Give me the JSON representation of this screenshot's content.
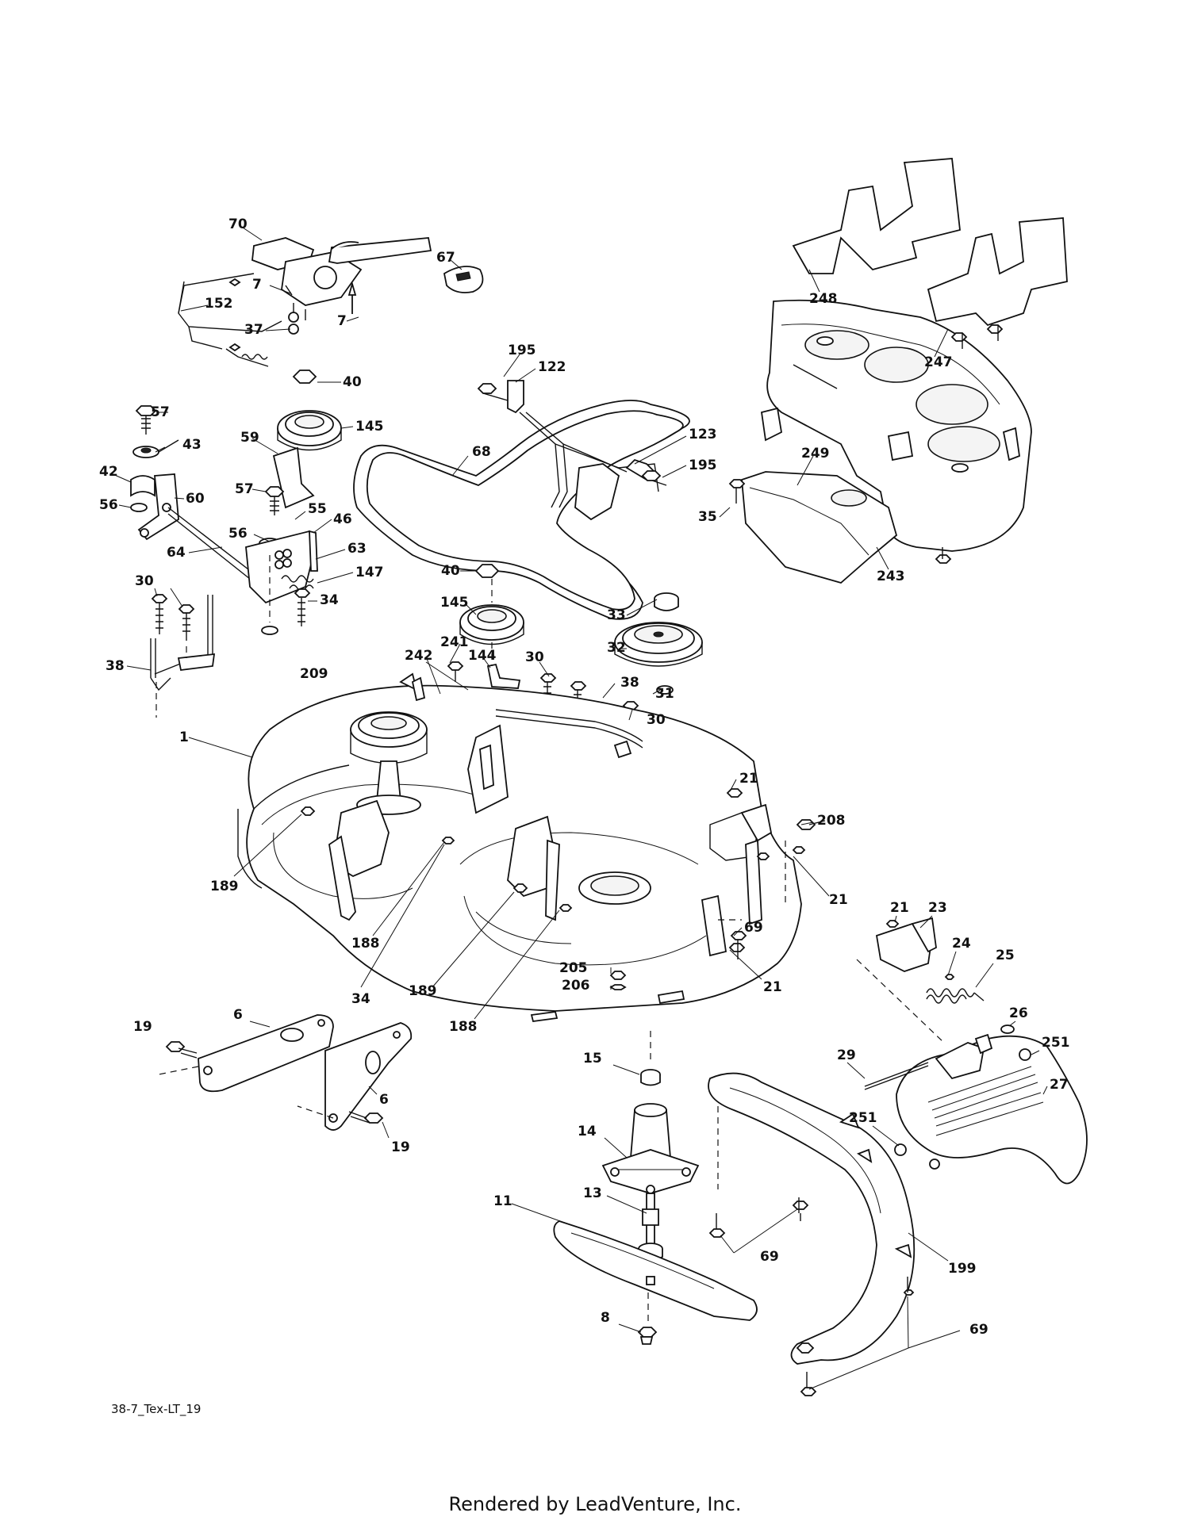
{
  "diagram": {
    "reference_code": "38-7_Tex-LT_19",
    "footer": "Rendered by LeadVenture, Inc.",
    "callouts": [
      {
        "id": "c70",
        "label": "70"
      },
      {
        "id": "c67",
        "label": "67"
      },
      {
        "id": "c7a",
        "label": "7"
      },
      {
        "id": "c7b",
        "label": "7"
      },
      {
        "id": "c152",
        "label": "152"
      },
      {
        "id": "c37",
        "label": "37"
      },
      {
        "id": "c40a",
        "label": "40"
      },
      {
        "id": "c57a",
        "label": "57"
      },
      {
        "id": "c43",
        "label": "43"
      },
      {
        "id": "c145a",
        "label": "145"
      },
      {
        "id": "c59",
        "label": "59"
      },
      {
        "id": "c42",
        "label": "42"
      },
      {
        "id": "c60",
        "label": "60"
      },
      {
        "id": "c56a",
        "label": "56"
      },
      {
        "id": "c57b",
        "label": "57"
      },
      {
        "id": "c55",
        "label": "55"
      },
      {
        "id": "c46",
        "label": "46"
      },
      {
        "id": "c56b",
        "label": "56"
      },
      {
        "id": "c64",
        "label": "64"
      },
      {
        "id": "c63",
        "label": "63"
      },
      {
        "id": "c147",
        "label": "147"
      },
      {
        "id": "c30a",
        "label": "30"
      },
      {
        "id": "c34a",
        "label": "34"
      },
      {
        "id": "c38a",
        "label": "38"
      },
      {
        "id": "c209",
        "label": "209"
      },
      {
        "id": "c195a",
        "label": "195"
      },
      {
        "id": "c122",
        "label": "122"
      },
      {
        "id": "c68",
        "label": "68"
      },
      {
        "id": "c123",
        "label": "123"
      },
      {
        "id": "c195b",
        "label": "195"
      },
      {
        "id": "c248",
        "label": "248"
      },
      {
        "id": "c247",
        "label": "247"
      },
      {
        "id": "c249",
        "label": "249"
      },
      {
        "id": "c35",
        "label": "35"
      },
      {
        "id": "c243",
        "label": "243"
      },
      {
        "id": "c40b",
        "label": "40"
      },
      {
        "id": "c145b",
        "label": "145"
      },
      {
        "id": "c33",
        "label": "33"
      },
      {
        "id": "c32",
        "label": "32"
      },
      {
        "id": "c241",
        "label": "241"
      },
      {
        "id": "c144",
        "label": "144"
      },
      {
        "id": "c30b",
        "label": "30"
      },
      {
        "id": "c242",
        "label": "242"
      },
      {
        "id": "c38b",
        "label": "38"
      },
      {
        "id": "c31",
        "label": "31"
      },
      {
        "id": "c30c",
        "label": "30"
      },
      {
        "id": "c1",
        "label": "1"
      },
      {
        "id": "c21a",
        "label": "21"
      },
      {
        "id": "c208",
        "label": "208"
      },
      {
        "id": "c189a",
        "label": "189"
      },
      {
        "id": "c21b",
        "label": "21"
      },
      {
        "id": "c21c",
        "label": "21"
      },
      {
        "id": "c23",
        "label": "23"
      },
      {
        "id": "c69a",
        "label": "69"
      },
      {
        "id": "c188a",
        "label": "188"
      },
      {
        "id": "c24",
        "label": "24"
      },
      {
        "id": "c25",
        "label": "25"
      },
      {
        "id": "c34b",
        "label": "34"
      },
      {
        "id": "c189b",
        "label": "189"
      },
      {
        "id": "c205",
        "label": "205"
      },
      {
        "id": "c206",
        "label": "206"
      },
      {
        "id": "c21d",
        "label": "21"
      },
      {
        "id": "c188b",
        "label": "188"
      },
      {
        "id": "c26",
        "label": "26"
      },
      {
        "id": "c6a",
        "label": "6"
      },
      {
        "id": "c19a",
        "label": "19"
      },
      {
        "id": "c251a",
        "label": "251"
      },
      {
        "id": "c29",
        "label": "29"
      },
      {
        "id": "c15",
        "label": "15"
      },
      {
        "id": "c27",
        "label": "27"
      },
      {
        "id": "c6b",
        "label": "6"
      },
      {
        "id": "c19b",
        "label": "19"
      },
      {
        "id": "c14",
        "label": "14"
      },
      {
        "id": "c251b",
        "label": "251"
      },
      {
        "id": "c13",
        "label": "13"
      },
      {
        "id": "c11",
        "label": "11"
      },
      {
        "id": "c69b",
        "label": "69"
      },
      {
        "id": "c199",
        "label": "199"
      },
      {
        "id": "c8",
        "label": "8"
      },
      {
        "id": "c69c",
        "label": "69"
      }
    ]
  }
}
